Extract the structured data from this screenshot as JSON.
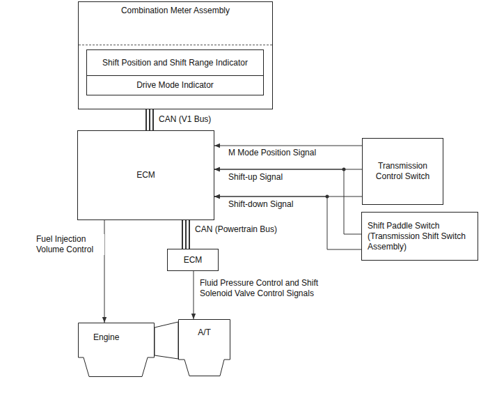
{
  "diagram": {
    "nodes": [
      {
        "text": [
          "Combination Meter Assembly"
        ]
      },
      {
        "text": [
          "Shift Position and Shift Range Indicator"
        ],
        "in": 0
      },
      {
        "text": [
          "Drive Mode Indicator"
        ],
        "in": 0
      },
      {
        "text": [
          "ECM"
        ]
      },
      {
        "text": [
          "Transmission Control Switch"
        ]
      },
      {
        "text": [
          "Shift Paddle Switch (Transmission Shift Switch Assembly)"
        ]
      },
      {
        "text": [
          "ECM"
        ]
      },
      {
        "text": [
          "Engine"
        ]
      },
      {
        "text": [
          "A/T"
        ]
      }
    ],
    "edges": [
      {
        "from": 0,
        "to": 3,
        "label": "CAN (V1 Bus)",
        "arrow": "none"
      },
      {
        "from": 4,
        "to": 3,
        "label": "M Mode Position Signal",
        "arrow": "to"
      },
      {
        "from": 4,
        "to": 3,
        "label": "Shift-up Signal",
        "arrow": "to"
      },
      {
        "from": 5,
        "to": 3,
        "arrow": "to"
      },
      {
        "from": 4,
        "to": 3,
        "label": "Shift-down Signal",
        "arrow": "to"
      },
      {
        "from": 5,
        "to": 3,
        "arrow": "to"
      },
      {
        "from": 3,
        "to": 6,
        "label": "CAN (Powertrain Bus)",
        "arrow": "none"
      },
      {
        "from": 3,
        "to": 7,
        "label": "Fuel Injection Volume Control",
        "arrow": "to"
      },
      {
        "from": 6,
        "to": 8,
        "label": "Fluid Pressure Control and Shift Solenoid Valve Control Signals",
        "arrow": "to"
      }
    ]
  }
}
